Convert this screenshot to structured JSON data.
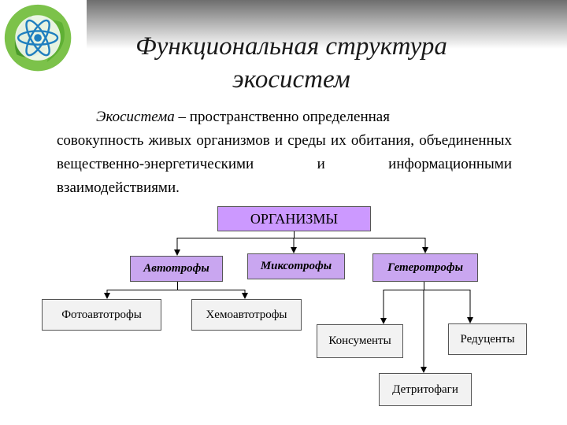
{
  "title": {
    "line1": "Функциональная структура",
    "line2": "экосистем"
  },
  "definition": {
    "term": "Экосистема",
    "rest_line1": " – пространственно определенная",
    "rest": "совокупность живых организмов и среды их обитания, объединенных вещественно-энергетическими и информационными взаимодействиями."
  },
  "diagram": {
    "root": "ОРГАНИЗМЫ",
    "level2": [
      "Автотрофы",
      "Миксотрофы",
      "Гетеротрофы"
    ],
    "autotroph_children": [
      "Фотоавтотрофы",
      "Хемоавтотрофы"
    ],
    "heterotroph_children": [
      "Консументы",
      "Редуценты",
      "Детритофаги"
    ]
  },
  "colors": {
    "root_fill": "#cc99ff",
    "level2_fill": "#c9a6f0",
    "leaf_fill": "#f2f2f2"
  }
}
